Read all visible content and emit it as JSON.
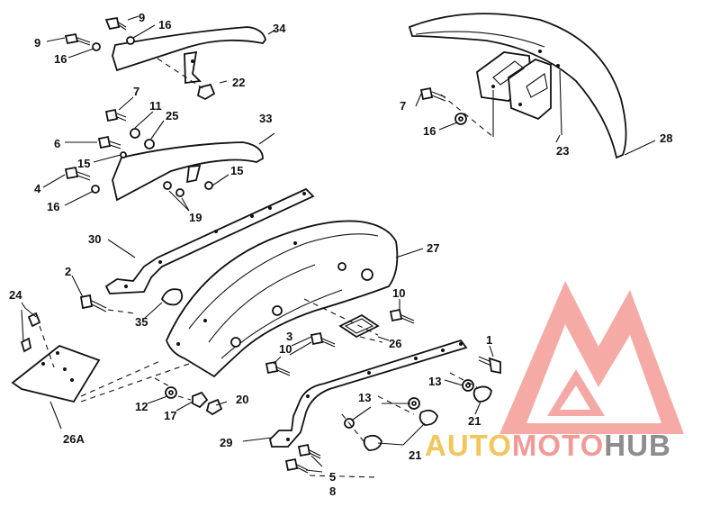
{
  "parts": {
    "p1": "1",
    "p2": "2",
    "p3": "3",
    "p4": "4",
    "p5": "5",
    "p6": "6",
    "p7a": "7",
    "p7b": "7",
    "p8": "8",
    "p9a": "9",
    "p9b": "9",
    "p10a": "10",
    "p10b": "10",
    "p11": "11",
    "p12": "12",
    "p13a": "13",
    "p13b": "13",
    "p15a": "15",
    "p15b": "15",
    "p16a": "16",
    "p16b": "16",
    "p16c": "16",
    "p16d": "16",
    "p17": "17",
    "p19": "19",
    "p20": "20",
    "p21a": "21",
    "p21b": "21",
    "p22": "22",
    "p23": "23",
    "p24": "24",
    "p25": "25",
    "p26": "26",
    "p26a": "26A",
    "p27": "27",
    "p28": "28",
    "p29": "29",
    "p30": "30",
    "p33": "33",
    "p34": "34",
    "p35": "35"
  },
  "watermark": {
    "part1": "AUTO",
    "part2": "MOTO",
    "part3": "HUB"
  },
  "colors": {
    "logo_red": "#e8403a",
    "logo_pink": "#f29b96",
    "logo_gold": "#f4c55c",
    "logo_gray": "#8d8d8d"
  }
}
